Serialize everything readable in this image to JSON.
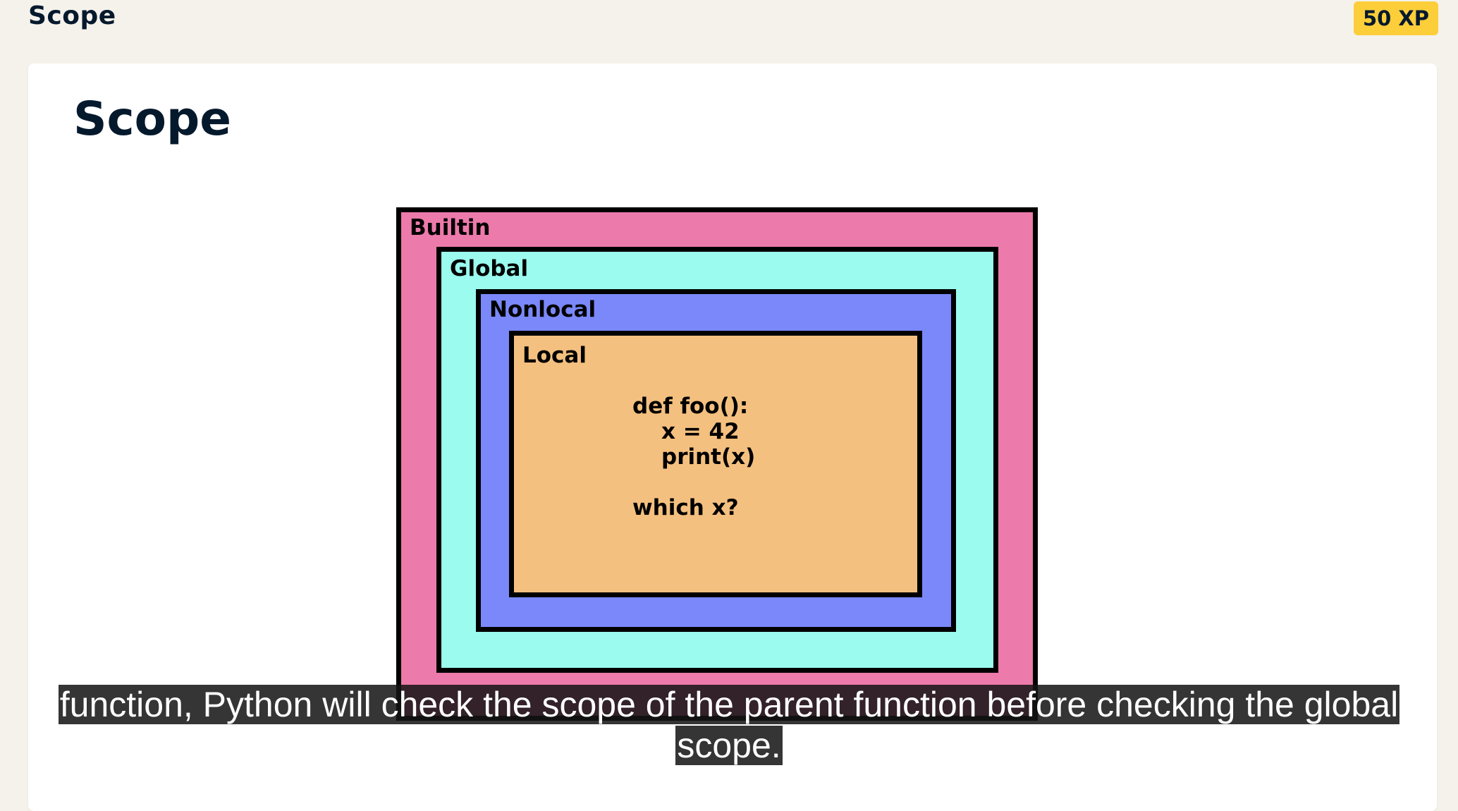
{
  "header": {
    "title": "Scope",
    "xp_badge": "50 XP"
  },
  "content": {
    "heading": "Scope"
  },
  "diagram": {
    "scopes": [
      {
        "label": "Builtin",
        "color": "#ec7aab"
      },
      {
        "label": "Global",
        "color": "#9bfbee"
      },
      {
        "label": "Nonlocal",
        "color": "#7a88fa"
      },
      {
        "label": "Local",
        "color": "#f4c07f"
      }
    ],
    "code": {
      "line1": "def foo():",
      "line2": "x = 42",
      "line3": "print(x)",
      "question": "which x?"
    }
  },
  "video": {
    "subtitle_line1": "function, Python will check the scope of the parent function before checking the global",
    "subtitle_line2": "scope."
  }
}
